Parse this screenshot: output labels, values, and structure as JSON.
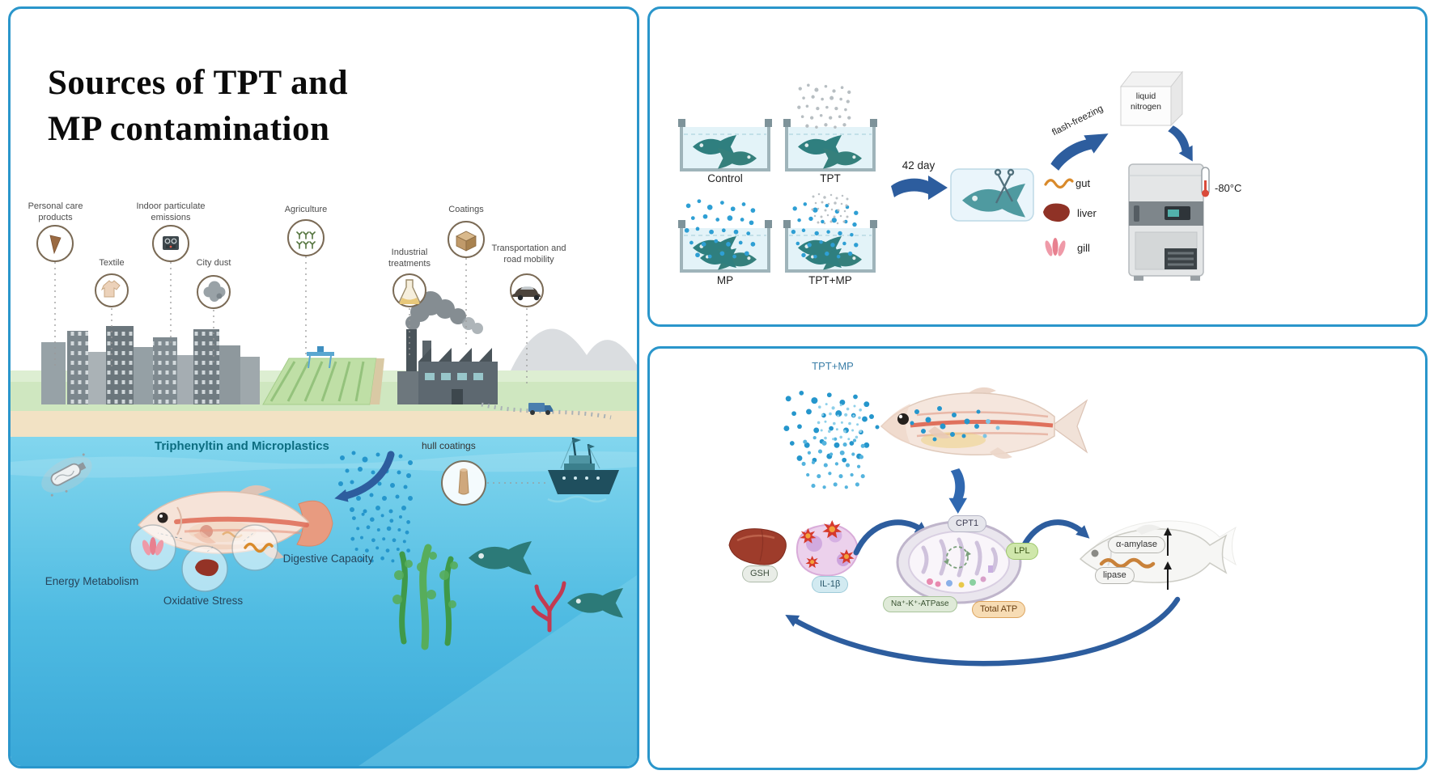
{
  "left": {
    "title_line1": "Sources of TPT and",
    "title_line2": "MP contamination",
    "sources": [
      {
        "label": "Personal care products"
      },
      {
        "label": "Textile"
      },
      {
        "label": "Indoor particulate emissions"
      },
      {
        "label": "City dust"
      },
      {
        "label": "Agriculture"
      },
      {
        "label": "Industrial treatments"
      },
      {
        "label": "Coatings"
      },
      {
        "label": "Transportation and road mobility"
      }
    ],
    "water_title": "Triphenyltin and Microplastics",
    "hull_label": "hull coatings",
    "fx_energy": "Energy Metabolism",
    "fx_oxidative": "Oxidative Stress",
    "fx_digestive": "Digestive Capacity"
  },
  "experiment": {
    "tanks": {
      "control": "Control",
      "tpt": "TPT",
      "mp": "MP",
      "tptmp": "TPT+MP"
    },
    "duration": "42 day",
    "organs": {
      "gut": "gut",
      "liver": "liver",
      "gill": "gill"
    },
    "flash": "flash-freezing",
    "nitrogen": "liquid nitrogen",
    "temp": "-80°C"
  },
  "mechanism": {
    "exposure": "TPT+MP",
    "gsh": "GSH",
    "il1b": "IL-1β",
    "cpt1": "CPT1",
    "lpl": "LPL",
    "atpase": "Na⁺-K⁺-ATPase",
    "atp": "Total ATP",
    "amylase": "α-amylase",
    "lipase": "lipase"
  },
  "colors": {
    "panel_border": "#2a96cb",
    "arrow_blue": "#2d5d9e",
    "microplastic_dot": "#2e9fd4",
    "water_title_teal": "#0c6d80"
  },
  "icons": [
    "personal-care-cone-icon",
    "tshirt-icon",
    "stove-icon",
    "dust-cloud-icon",
    "crop-rows-icon",
    "flask-icon",
    "coatings-box-icon",
    "car-icon",
    "bollard-icon",
    "cargo-ship-icon",
    "plastic-bottle-icon",
    "fish-icon",
    "fish-tank-icon",
    "scissors-icon",
    "gut-icon",
    "liver-icon",
    "gill-icon",
    "liquid-nitrogen-box-icon",
    "lab-freezer-icon",
    "thermometer-icon",
    "microplastic-dots-icon",
    "inflammation-icon",
    "mitochondrion-icon",
    "up-arrow-icon"
  ]
}
